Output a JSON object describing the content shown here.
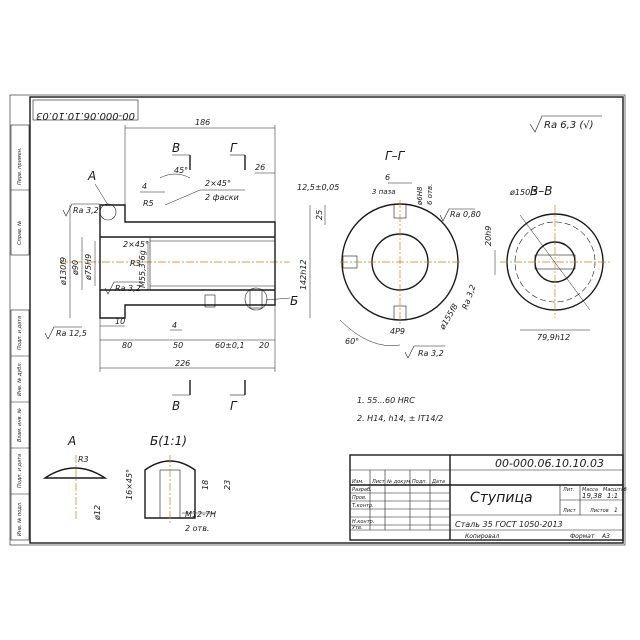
{
  "doc_code_top": "00-000.06.10.10.03",
  "roughness_general": "Ra 6,3 (√)",
  "side_box": [
    "Перв. примен.",
    "Справ. №",
    "Подп. и дата",
    "Инв. № дубл.",
    "Взам. инв. №",
    "Подп. и дата",
    "Инв. № подл."
  ],
  "main_view": {
    "label_A": "А",
    "label_B": "Б",
    "dims": {
      "overall": "186",
      "d26": "26",
      "d4": "4",
      "r5": "R5",
      "d130": "ø130f9",
      "d90": "ø90",
      "d75": "ø75H9",
      "chamfer1": "2×45°",
      "chamfer1b": "2 фаски",
      "chamfer2": "2×45°",
      "r3": "R3",
      "thread": "M55,3-6g",
      "d10": "10",
      "d80": "80",
      "d4b": "4",
      "d50": "50",
      "d60": "60±0,1",
      "d20": "20",
      "d226": "226",
      "angle": "45°"
    },
    "roughness": [
      "Ra 3,2",
      "Ra 3,2",
      "Ra 12,5"
    ]
  },
  "section_labels": {
    "V_top": "В",
    "G_top": "Г",
    "V_bot": "В",
    "G_bot": "Г"
  },
  "section_GG": {
    "title": "Г–Г",
    "dims": {
      "d6": "6",
      "slots": "3 паза",
      "d125": "12,5±0,05",
      "d25": "25",
      "d142": "142h12",
      "d4p9": "4P9",
      "d6h8": "ø6H8",
      "holes": "6 отв.",
      "ra08": "Ra 0,80",
      "ra32": "Ra 3,2",
      "d155": "ø155f8",
      "ra32b": "Ra 3,2",
      "angle": "60°"
    }
  },
  "section_VV": {
    "title": "В–В",
    "dims": {
      "d150": "ø150,5",
      "d20h9": "20h9",
      "d79": "79,9h12"
    }
  },
  "notes": [
    "1. 55...60 HRC",
    "2. H14, h14, ± IT14/2"
  ],
  "detail_A": {
    "title": "А",
    "r3": "R3",
    "d12": "ø12"
  },
  "detail_B": {
    "title": "Б(1:1)",
    "chamfer": "16×45°",
    "d18": "18",
    "d23": "23",
    "thread": "M12-7H",
    "holes": "2 отв."
  },
  "title_block": {
    "doc_code": "00-000.06.10.10.03",
    "part_name": "Ступица",
    "material": "Сталь 35 ГОСТ 1050-2013",
    "lit_header": "Лит.",
    "mass_header": "Масса",
    "scale_header": "Масштаб",
    "mass": "19,38",
    "scale": "1:1",
    "sheet": "Лист",
    "sheets": "Листов",
    "sheets_count": "1",
    "rows": [
      "Изм.",
      "Лист",
      "№ докум.",
      "Подп.",
      "Дата"
    ],
    "roles": [
      "Разраб.",
      "Пров.",
      "Т.контр.",
      "Н.контр.",
      "Утв."
    ],
    "copied": "Копировал",
    "format": "Формат",
    "format_value": "А3"
  }
}
